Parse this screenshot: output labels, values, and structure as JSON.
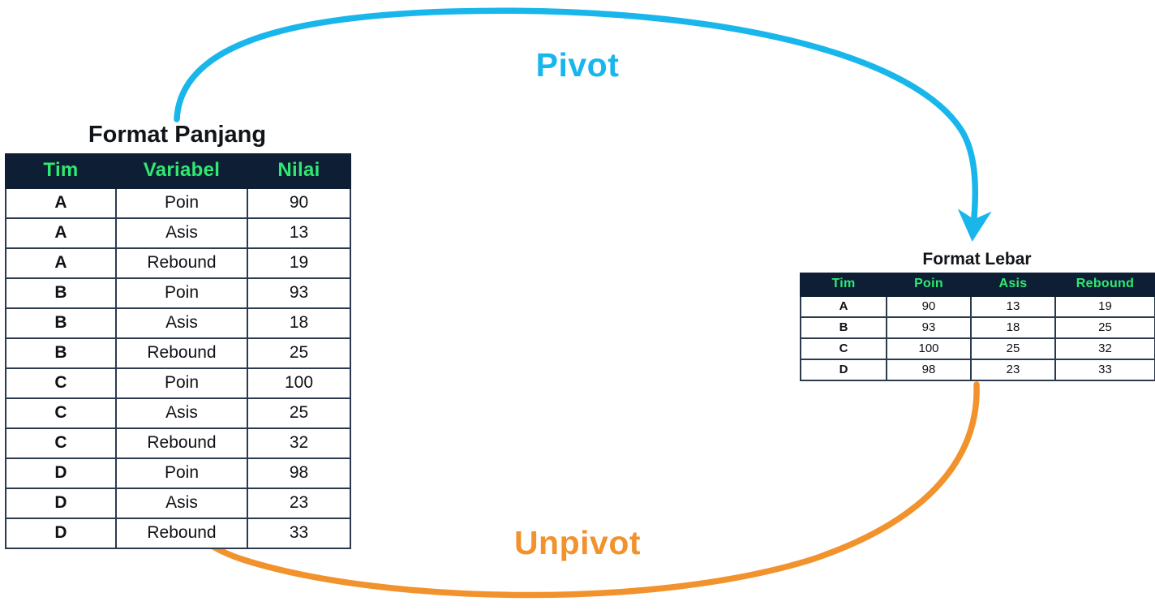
{
  "diagram": {
    "pivot_label": "Pivot",
    "unpivot_label": "Unpivot",
    "pivot_color": "#17b6ec",
    "unpivot_color": "#f2922c",
    "header_bg": "#0e1f35",
    "header_text_color": "#2fe971"
  },
  "long_table": {
    "title": "Format Panjang",
    "columns": [
      "Tim",
      "Variabel",
      "Nilai"
    ],
    "rows": [
      {
        "team": "A",
        "variable": "Poin",
        "value": "90"
      },
      {
        "team": "A",
        "variable": "Asis",
        "value": "13"
      },
      {
        "team": "A",
        "variable": "Rebound",
        "value": "19"
      },
      {
        "team": "B",
        "variable": "Poin",
        "value": "93"
      },
      {
        "team": "B",
        "variable": "Asis",
        "value": "18"
      },
      {
        "team": "B",
        "variable": "Rebound",
        "value": "25"
      },
      {
        "team": "C",
        "variable": "Poin",
        "value": "100"
      },
      {
        "team": "C",
        "variable": "Asis",
        "value": "25"
      },
      {
        "team": "C",
        "variable": "Rebound",
        "value": "32"
      },
      {
        "team": "D",
        "variable": "Poin",
        "value": "98"
      },
      {
        "team": "D",
        "variable": "Asis",
        "value": "23"
      },
      {
        "team": "D",
        "variable": "Rebound",
        "value": "33"
      }
    ]
  },
  "wide_table": {
    "title": "Format Lebar",
    "columns": [
      "Tim",
      "Poin",
      "Asis",
      "Rebound"
    ],
    "rows": [
      {
        "team": "A",
        "poin": "90",
        "asis": "13",
        "rebound": "19"
      },
      {
        "team": "B",
        "poin": "93",
        "asis": "18",
        "rebound": "25"
      },
      {
        "team": "C",
        "poin": "100",
        "asis": "25",
        "rebound": "32"
      },
      {
        "team": "D",
        "poin": "98",
        "asis": "23",
        "rebound": "33"
      }
    ]
  },
  "chart_data": {
    "type": "table",
    "title": "Pivot / Unpivot antara Format Panjang dan Format Lebar",
    "tables": [
      {
        "name": "Format Panjang",
        "columns": [
          "Tim",
          "Variabel",
          "Nilai"
        ],
        "data": [
          [
            "A",
            "Poin",
            90
          ],
          [
            "A",
            "Asis",
            13
          ],
          [
            "A",
            "Rebound",
            19
          ],
          [
            "B",
            "Poin",
            93
          ],
          [
            "B",
            "Asis",
            18
          ],
          [
            "B",
            "Rebound",
            25
          ],
          [
            "C",
            "Poin",
            100
          ],
          [
            "C",
            "Asis",
            25
          ],
          [
            "C",
            "Rebound",
            32
          ],
          [
            "D",
            "Poin",
            98
          ],
          [
            "D",
            "Asis",
            23
          ],
          [
            "D",
            "Rebound",
            33
          ]
        ]
      },
      {
        "name": "Format Lebar",
        "columns": [
          "Tim",
          "Poin",
          "Asis",
          "Rebound"
        ],
        "data": [
          [
            "A",
            90,
            13,
            19
          ],
          [
            "B",
            93,
            18,
            25
          ],
          [
            "C",
            100,
            25,
            32
          ],
          [
            "D",
            98,
            23,
            33
          ]
        ]
      }
    ],
    "annotations": [
      "Pivot",
      "Unpivot"
    ]
  }
}
